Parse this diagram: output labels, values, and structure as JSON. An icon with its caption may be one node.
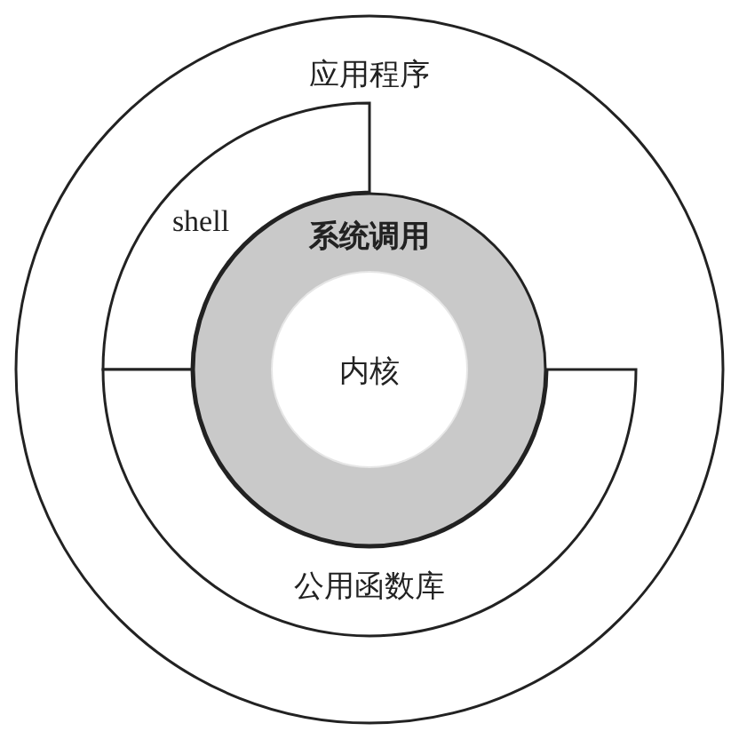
{
  "diagram": {
    "nodes": [
      {
        "text": [
          "应用程序"
        ]
      },
      {
        "text": [
          "shell"
        ],
        "in": 0
      },
      {
        "text": [
          "系统调用"
        ],
        "in": 0
      },
      {
        "text": [
          "内核"
        ],
        "in": 2
      },
      {
        "text": [
          "公用函数库"
        ],
        "in": 0
      }
    ]
  }
}
